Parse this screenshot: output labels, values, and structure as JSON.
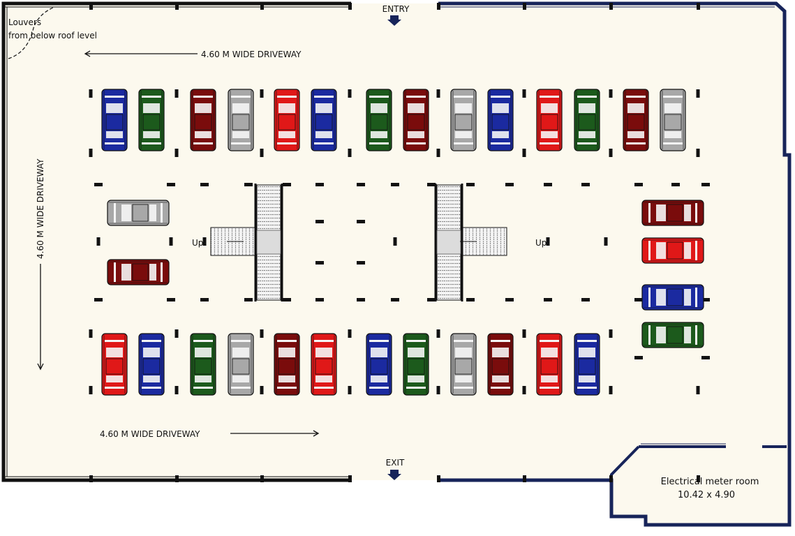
{
  "labels": {
    "entry": "ENTRY",
    "exit": "EXIT",
    "louvers_line1": "Louvers",
    "louvers_line2": "from below roof level",
    "driveway_top": "4.60 M WIDE DRIVEWAY",
    "driveway_left": "4.60 M WIDE DRIVEWAY",
    "driveway_bottom": "4.60 M WIDE DRIVEWAY",
    "up_left": "Up",
    "up_right": "Up",
    "electrical_room_line1": "Electrical meter room",
    "electrical_room_line2": "10.42 x 4.90"
  },
  "colors": {
    "floor": "#fcf9ee",
    "wall_black": "#111111",
    "wall_navy": "#17245a",
    "car_blue": "#1b2aa0",
    "car_green": "#1c5a1c",
    "car_maroon": "#7a0c0c",
    "car_gray": "#a8a8a8",
    "car_red": "#e01818"
  },
  "parking": {
    "top_row": [
      "blue",
      "green",
      "maroon",
      "gray",
      "red",
      "blue",
      "green",
      "maroon",
      "gray",
      "blue",
      "red",
      "green",
      "maroon",
      "gray"
    ],
    "bottom_row": [
      "red",
      "blue",
      "green",
      "gray",
      "maroon",
      "red",
      "blue",
      "green",
      "gray",
      "maroon",
      "red",
      "blue"
    ],
    "left_column": [
      "gray",
      "maroon"
    ],
    "right_column": [
      "maroon",
      "red",
      "blue",
      "green"
    ]
  }
}
